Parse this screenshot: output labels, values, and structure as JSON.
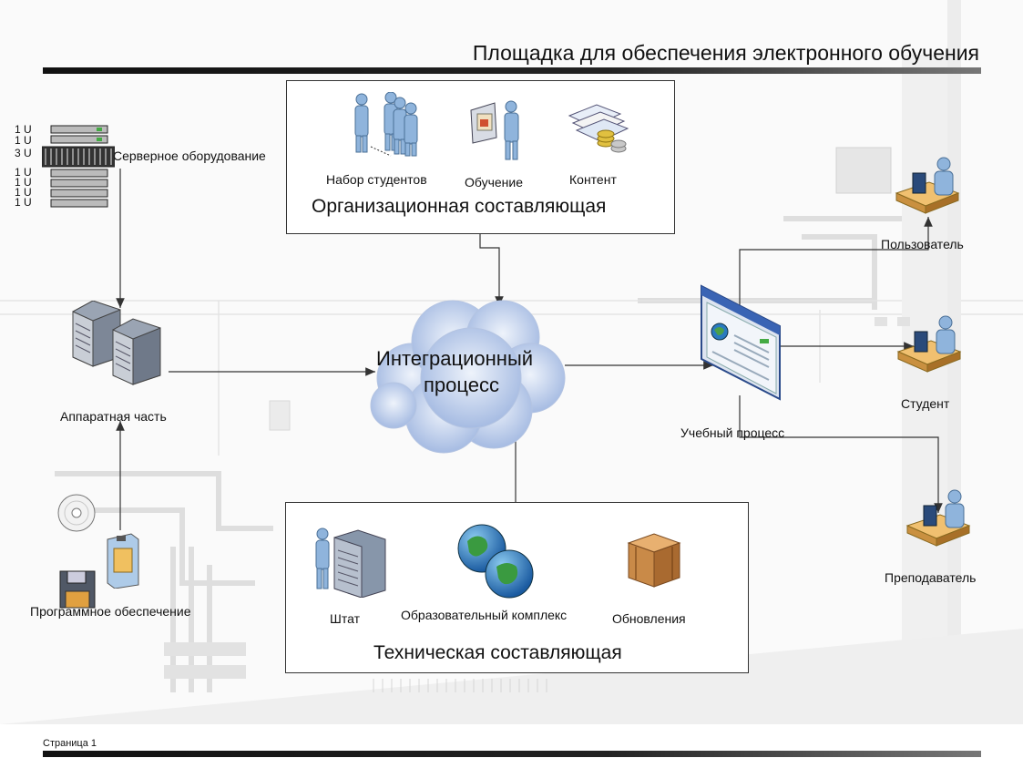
{
  "title": "Площадка для обеспечения электронного обучения",
  "footer": {
    "page_label": "Страница 1"
  },
  "colors": {
    "person": "#8fb4dc",
    "server": "#8896a8",
    "cloud": "#a9bfe3",
    "accent_bar": "#111111",
    "connector": "#333333"
  },
  "server_rack": {
    "unit_labels": [
      "1 U",
      "1 U",
      "3 U",
      "1 U",
      "1 U",
      "1 U",
      "1 U"
    ],
    "label": "Серверное оборудование"
  },
  "hardware": {
    "label": "Аппаратная часть",
    "icon": "server-cluster-icon"
  },
  "software": {
    "label": "Программное обеспечение",
    "icons": [
      "cd-icon",
      "floppy-icon",
      "software-box-icon"
    ]
  },
  "org_box": {
    "title": "Организационная составляющая",
    "items": [
      {
        "label": "Набор студентов",
        "icon": "people-group-icon"
      },
      {
        "label": "Обучение",
        "icon": "presentation-icon"
      },
      {
        "label": "Контент",
        "icon": "content-docs-icon"
      }
    ]
  },
  "tech_box": {
    "title": "Техническая составляющая",
    "items": [
      {
        "label": "Штат",
        "icon": "staff-rack-icon"
      },
      {
        "label": "Образовательный комплекс",
        "icon": "globes-icon"
      },
      {
        "label": "Обновления",
        "icon": "package-box-icon"
      }
    ]
  },
  "center": {
    "line1": "Интеграционный",
    "line2": "процесс"
  },
  "learning": {
    "label": "Учебный процесс",
    "icon": "web-window-icon"
  },
  "roles": [
    {
      "label": "Пользователь",
      "icon": "user-at-desk-icon"
    },
    {
      "label": "Студент",
      "icon": "student-at-desk-icon"
    },
    {
      "label": "Преподаватель",
      "icon": "teacher-at-desk-icon"
    }
  ]
}
